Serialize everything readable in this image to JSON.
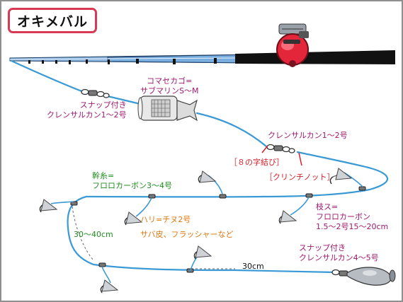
{
  "title": "オキメバル",
  "labels": {
    "basket": [
      "コマセカゴ=",
      "サブマリンS〜M"
    ],
    "top_snap": [
      "スナップ付き",
      "クレンサルカン1〜2号"
    ],
    "upper_swivel": "クレンサルカン1〜2号",
    "figure8_knot": "［８の字結び］",
    "clinch_knot": "［クリンチノット］",
    "main_line": [
      "幹糸=",
      "フロロカーボン3〜4号"
    ],
    "branch_line": [
      "枝ス=",
      "フロロカーボン",
      "1.5〜2号15〜20cm"
    ],
    "hook": "ハリ=チヌ2号",
    "bait": "サバ皮、フラッシャーなど",
    "dist_left": "30〜40cm",
    "dist_bottom": "30cm",
    "bottom_snap": [
      "スナップ付き",
      "クレンサルカン4〜5号"
    ]
  },
  "colors": {
    "line": "#3a9ad6",
    "label_magenta": "#a0186e",
    "label_green": "#1e8f1e",
    "label_orange": "#e07810",
    "label_red": "#d81e2a",
    "title_border": "#d83a55",
    "reel": "#e3263a",
    "rod": "#111111"
  },
  "icons": [
    "rod",
    "reel-icon",
    "basket-icon",
    "swivel-icon",
    "hook-icon",
    "sinker-icon"
  ]
}
